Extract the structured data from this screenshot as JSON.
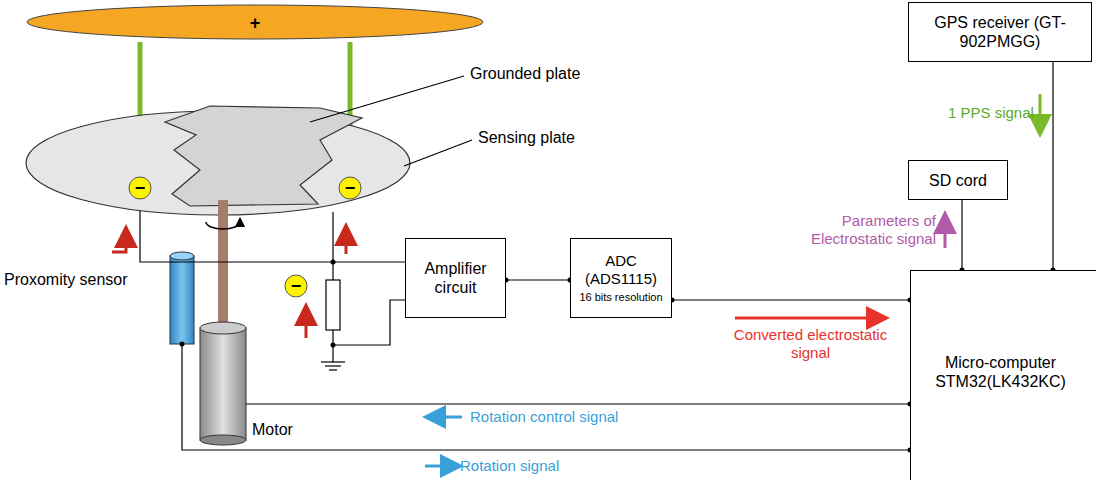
{
  "diagram": {
    "nodes": [
      {
        "text": [
          "GPS receiver (GT-902PMGG)"
        ]
      },
      {
        "text": [
          "SD cord"
        ]
      },
      {
        "text": [
          "Amplifier circuit"
        ]
      },
      {
        "text": [
          "ADC (ADS1115)",
          "16 bits resolution"
        ]
      },
      {
        "text": [
          "Micro-computer STM32(LK432KC)"
        ]
      }
    ],
    "edges": [
      {
        "from": 0,
        "to": 4,
        "arrow": "none"
      },
      {
        "from": 1,
        "to": 4,
        "arrow": "none"
      },
      {
        "from": 2,
        "to": 3,
        "arrow": "none"
      },
      {
        "from": 3,
        "to": 4,
        "arrow": "none"
      }
    ],
    "labels": [
      "+",
      "Grounded plate",
      "Sensing plate",
      "−",
      "−",
      "−",
      "Proxomity sensor",
      "Motor",
      "1 PPS signal",
      "Parameters of Electrostatic signal",
      "Converted electrostatic signal",
      "Rotation control signal",
      "Rotation signal"
    ]
  }
}
